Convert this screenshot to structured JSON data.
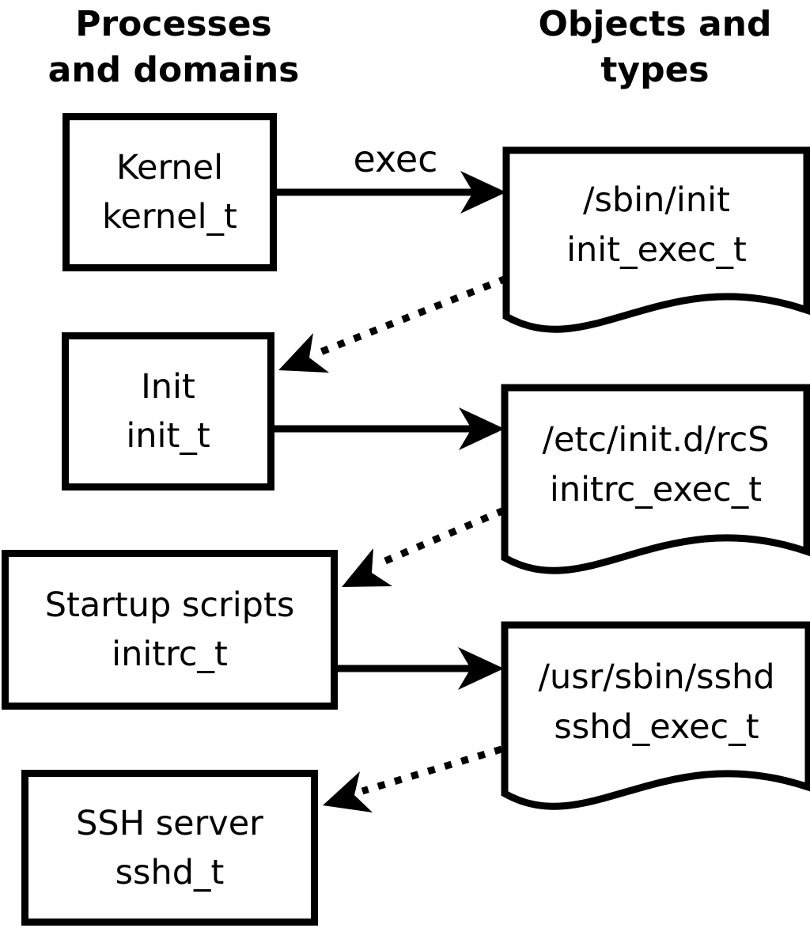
{
  "headers": {
    "left": {
      "line1": "Processes",
      "line2": "and domains"
    },
    "right": {
      "line1": "Objects and",
      "line2": "types"
    }
  },
  "processes": [
    {
      "name": "Kernel",
      "domain": "kernel_t"
    },
    {
      "name": "Init",
      "domain": "init_t"
    },
    {
      "name": "Startup scripts",
      "domain": "initrc_t"
    },
    {
      "name": "SSH server",
      "domain": "sshd_t"
    }
  ],
  "objects": [
    {
      "path": "/sbin/init",
      "type": "init_exec_t"
    },
    {
      "path": "/etc/init.d/rcS",
      "type": "initrc_exec_t"
    },
    {
      "path": "/usr/sbin/sshd",
      "type": "sshd_exec_t"
    }
  ],
  "labels": {
    "exec_arrow": "exec"
  },
  "colors": {
    "ink": "#000000",
    "background": "#ffffff"
  }
}
